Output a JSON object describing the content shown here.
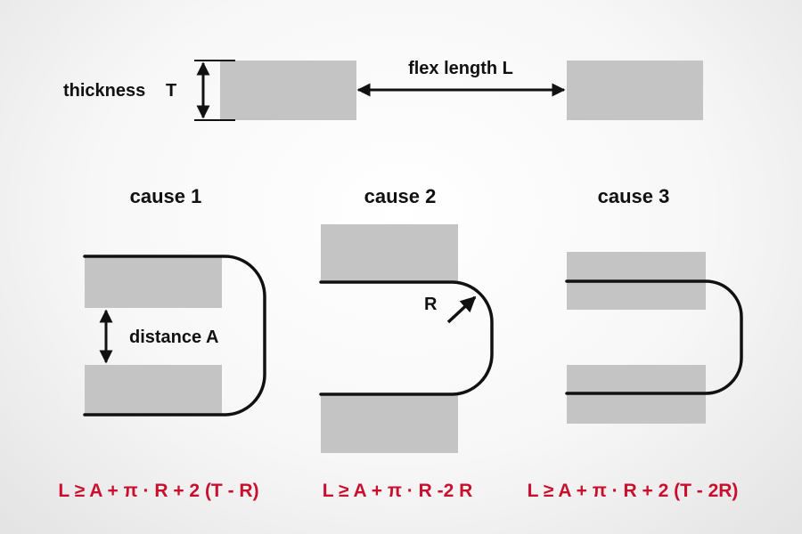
{
  "top": {
    "thickness_label": "thickness",
    "thickness_symbol": "T",
    "flex_length_label": "flex length L"
  },
  "causes": [
    {
      "title": "cause 1",
      "dimension_label": "distance A",
      "formula": "L ≥ A + π · R + 2 (T - R)"
    },
    {
      "title": "cause 2",
      "dimension_label": "R",
      "formula": "L ≥ A + π · R -2 R"
    },
    {
      "title": "cause 3",
      "formula": "L ≥ A + π · R + 2 (T - 2R)"
    }
  ],
  "colors": {
    "block": "#c4c4c4",
    "formula": "#c8102e",
    "line": "#111111"
  }
}
